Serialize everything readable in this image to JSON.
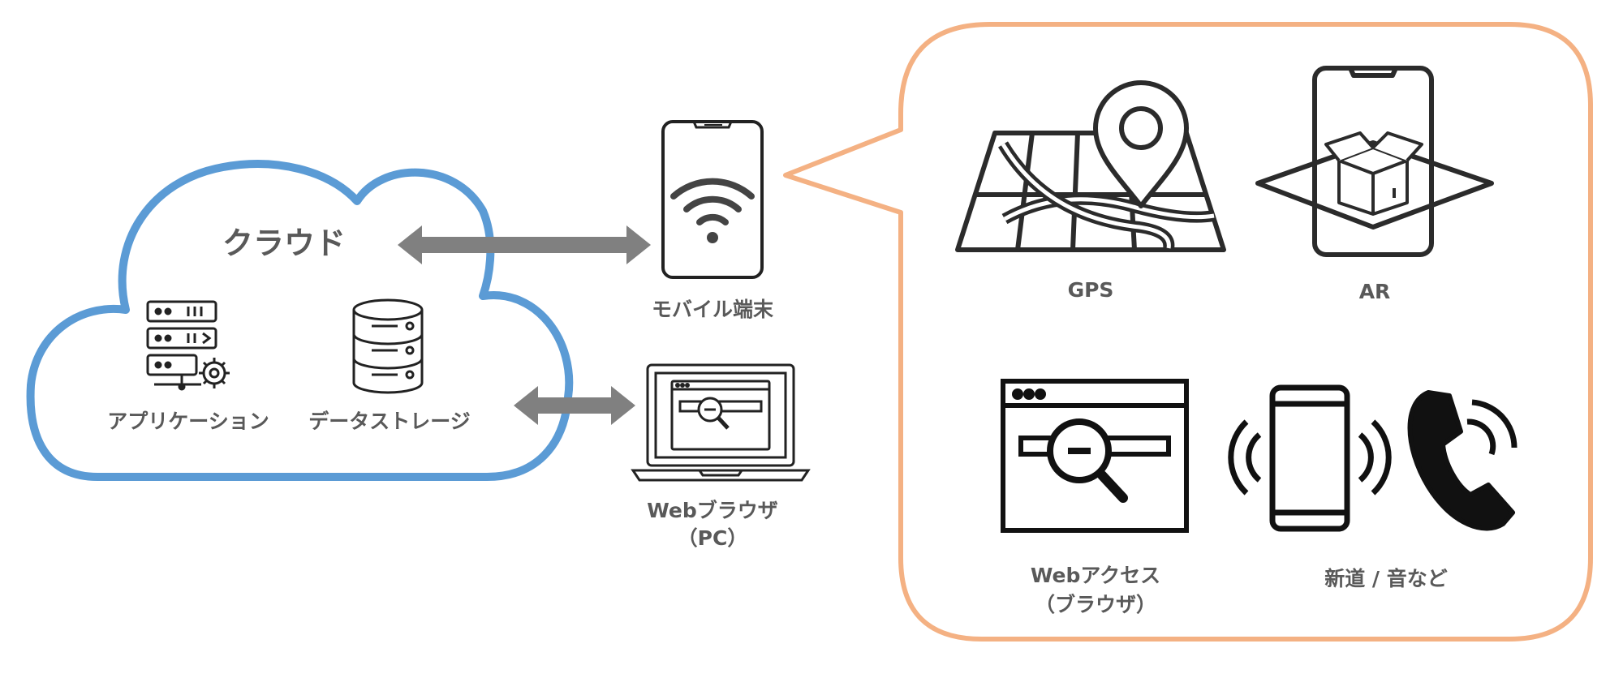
{
  "cloud": {
    "title": "クラウド",
    "app_label": "アプリケーション",
    "storage_label": "データストレージ"
  },
  "devices": {
    "mobile_label": "モバイル端末",
    "pc_label_line1": "Webブラウザ",
    "pc_label_line2": "（PC）"
  },
  "features": {
    "gps_label": "GPS",
    "ar_label": "AR",
    "web_label_line1": "Webアクセス",
    "web_label_line2": "（ブラウザ）",
    "phone_label": "新道 / 音など"
  },
  "colors": {
    "cloud_outline": "#5b9bd5",
    "bubble_outline": "#f4b183",
    "arrow": "#808080",
    "icon": "#222222",
    "label_text": "#595959"
  }
}
